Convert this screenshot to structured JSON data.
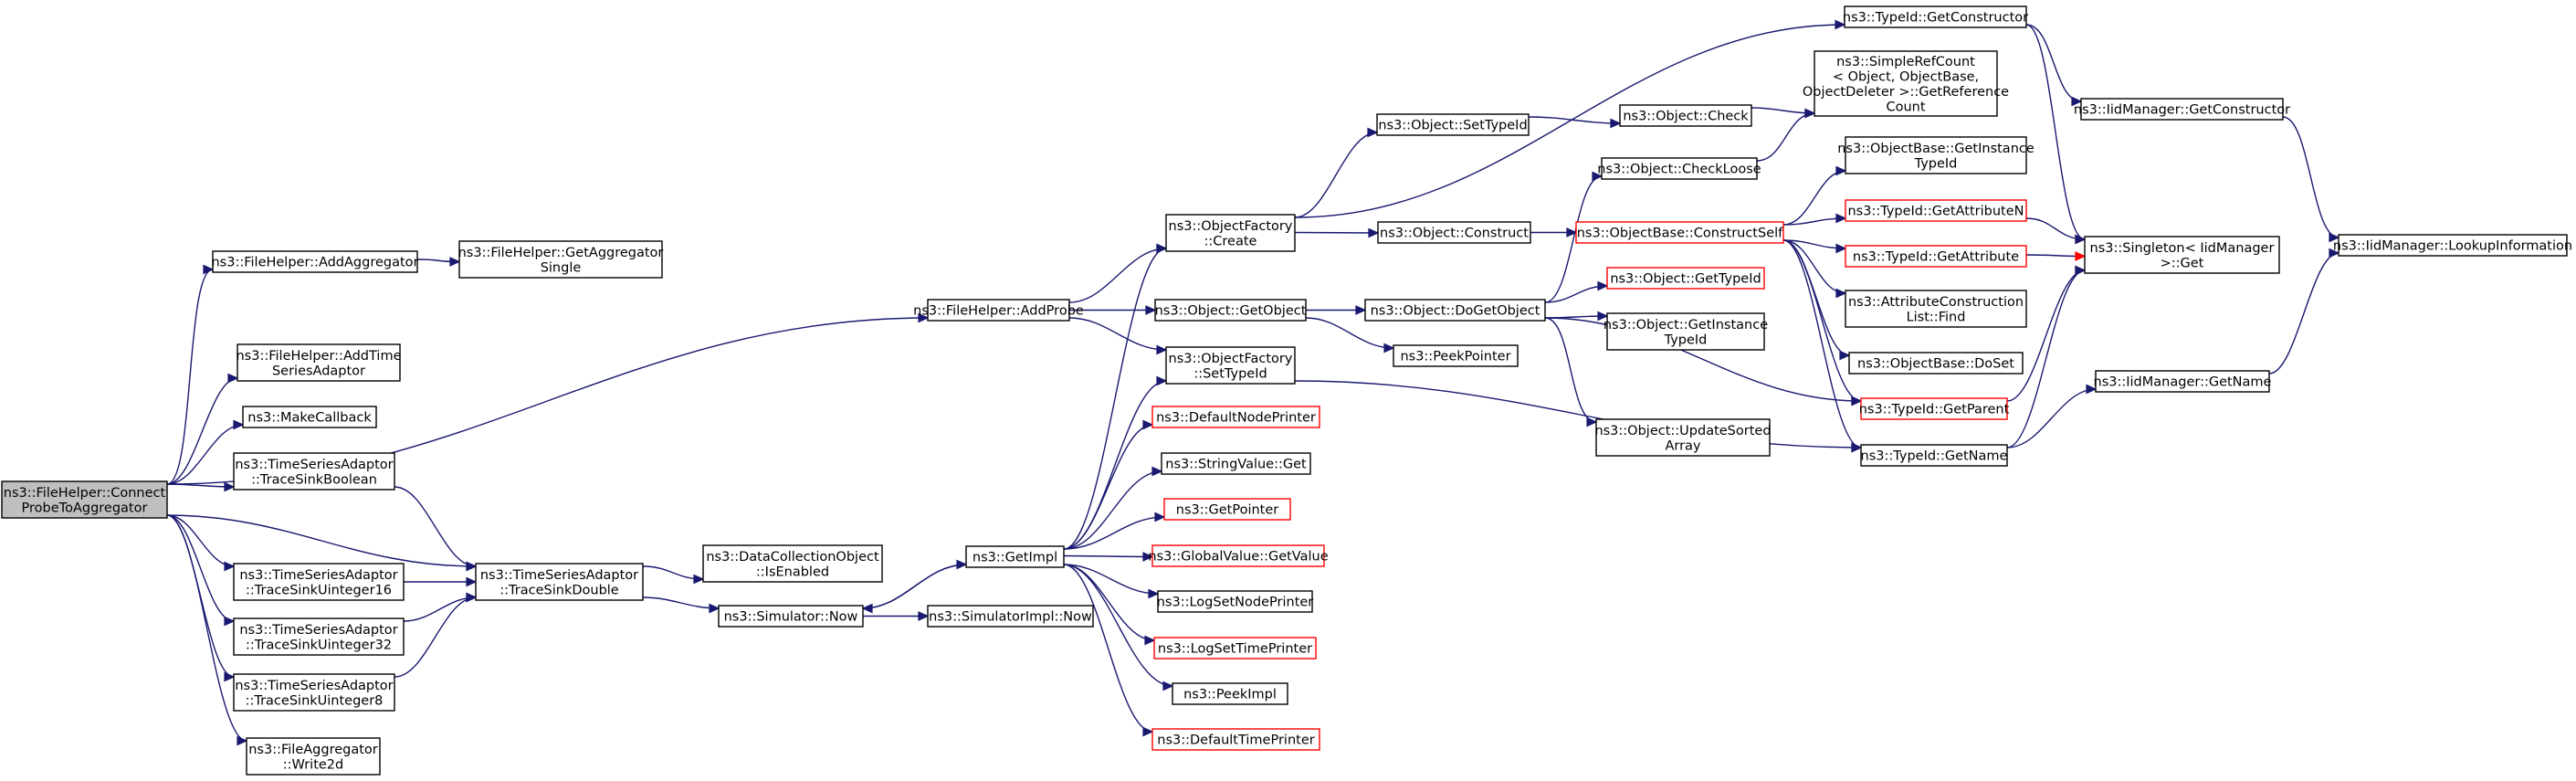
{
  "colors": {
    "edge": "#191970",
    "edge_red": "#ff0000",
    "node_border": "#000000",
    "node_border_truncated": "#ff0000",
    "root_fill": "#bfbfbf",
    "node_fill": "#ffffff"
  },
  "nodes": {
    "root": {
      "lines": [
        "ns3::FileHelper::Connect",
        "ProbeToAggregator"
      ],
      "root": true
    },
    "addAggregator": {
      "lines": [
        "ns3::FileHelper::AddAggregator"
      ]
    },
    "getAggSingle": {
      "lines": [
        "ns3::FileHelper::GetAggregator",
        "Single"
      ]
    },
    "addProbe": {
      "lines": [
        "ns3::FileHelper::AddProbe"
      ]
    },
    "addTimeSeries": {
      "lines": [
        "ns3::FileHelper::AddTime",
        "SeriesAdaptor"
      ]
    },
    "makeCallback": {
      "lines": [
        "ns3::MakeCallback"
      ]
    },
    "tsBoolean": {
      "lines": [
        "ns3::TimeSeriesAdaptor",
        "::TraceSinkBoolean"
      ]
    },
    "tsUint16": {
      "lines": [
        "ns3::TimeSeriesAdaptor",
        "::TraceSinkUinteger16"
      ]
    },
    "tsUint32": {
      "lines": [
        "ns3::TimeSeriesAdaptor",
        "::TraceSinkUinteger32"
      ]
    },
    "tsUint8": {
      "lines": [
        "ns3::TimeSeriesAdaptor",
        "::TraceSinkUinteger8"
      ]
    },
    "write2d": {
      "lines": [
        "ns3::FileAggregator",
        "::Write2d"
      ]
    },
    "tsDouble": {
      "lines": [
        "ns3::TimeSeriesAdaptor",
        "::TraceSinkDouble"
      ]
    },
    "dcoEnabled": {
      "lines": [
        "ns3::DataCollectionObject",
        "::IsEnabled"
      ]
    },
    "simNow": {
      "lines": [
        "ns3::Simulator::Now"
      ]
    },
    "getImpl": {
      "lines": [
        "ns3::GetImpl"
      ]
    },
    "simImplNow": {
      "lines": [
        "ns3::SimulatorImpl::Now"
      ]
    },
    "ofCreate": {
      "lines": [
        "ns3::ObjectFactory",
        "::Create"
      ]
    },
    "getObject": {
      "lines": [
        "ns3::Object::GetObject"
      ]
    },
    "ofSetTypeId": {
      "lines": [
        "ns3::ObjectFactory",
        "::SetTypeId"
      ]
    },
    "defaultNodePrinter": {
      "lines": [
        "ns3::DefaultNodePrinter"
      ],
      "truncated": true
    },
    "stringValueGet": {
      "lines": [
        "ns3::StringValue::Get"
      ]
    },
    "getPointer": {
      "lines": [
        "ns3::GetPointer"
      ],
      "truncated": true
    },
    "gvGetValue": {
      "lines": [
        "ns3::GlobalValue::GetValue"
      ],
      "truncated": true
    },
    "logSetNodePrinter": {
      "lines": [
        "ns3::LogSetNodePrinter"
      ]
    },
    "logSetTimePrinter": {
      "lines": [
        "ns3::LogSetTimePrinter"
      ],
      "truncated": true
    },
    "peekImpl": {
      "lines": [
        "ns3::PeekImpl"
      ]
    },
    "defaultTimePrinter": {
      "lines": [
        "ns3::DefaultTimePrinter"
      ],
      "truncated": true
    },
    "objSetTypeId": {
      "lines": [
        "ns3::Object::SetTypeId"
      ]
    },
    "objConstruct": {
      "lines": [
        "ns3::Object::Construct"
      ]
    },
    "doGetObject": {
      "lines": [
        "ns3::Object::DoGetObject"
      ]
    },
    "peekPointer": {
      "lines": [
        "ns3::PeekPointer"
      ]
    },
    "tidGetConstructor": {
      "lines": [
        "ns3::TypeId::GetConstructor"
      ]
    },
    "objCheck": {
      "lines": [
        "ns3::Object::Check"
      ]
    },
    "simpleRefCount": {
      "lines": [
        "ns3::SimpleRefCount",
        "< Object, ObjectBase,",
        "ObjectDeleter >::GetReference",
        "Count"
      ]
    },
    "checkLoose": {
      "lines": [
        "ns3::Object::CheckLoose"
      ]
    },
    "constructSelf": {
      "lines": [
        "ns3::ObjectBase::ConstructSelf"
      ],
      "truncated": true
    },
    "objGetTypeId": {
      "lines": [
        "ns3::Object::GetTypeId"
      ],
      "truncated": true
    },
    "objGetInstanceTypeId": {
      "lines": [
        "ns3::Object::GetInstance",
        "TypeId"
      ]
    },
    "updateSortedArray": {
      "lines": [
        "ns3::Object::UpdateSorted",
        "Array"
      ]
    },
    "obGetInstanceTypeId": {
      "lines": [
        "ns3::ObjectBase::GetInstance",
        "TypeId"
      ]
    },
    "getAttributeN": {
      "lines": [
        "ns3::TypeId::GetAttributeN"
      ],
      "truncated": true
    },
    "getAttribute": {
      "lines": [
        "ns3::TypeId::GetAttribute"
      ],
      "truncated": true
    },
    "attrConstructionFind": {
      "lines": [
        "ns3::AttributeConstruction",
        "List::Find"
      ]
    },
    "obDoSet": {
      "lines": [
        "ns3::ObjectBase::DoSet"
      ]
    },
    "getParent": {
      "lines": [
        "ns3::TypeId::GetParent"
      ],
      "truncated": true
    },
    "getName": {
      "lines": [
        "ns3::TypeId::GetName"
      ]
    },
    "iidGetConstructor": {
      "lines": [
        "ns3::IidManager::GetConstructor"
      ]
    },
    "singletonGet": {
      "lines": [
        "ns3::Singleton< IidManager",
        ">::Get"
      ]
    },
    "iidGetName": {
      "lines": [
        "ns3::IidManager::GetName"
      ]
    },
    "lookupInfo": {
      "lines": [
        "ns3::IidManager::LookupInformation"
      ]
    }
  },
  "edges": [
    [
      "root",
      "addAggregator"
    ],
    [
      "root",
      "addProbe"
    ],
    [
      "root",
      "addTimeSeries"
    ],
    [
      "root",
      "makeCallback"
    ],
    [
      "root",
      "tsBoolean"
    ],
    [
      "root",
      "tsDouble"
    ],
    [
      "root",
      "tsUint16"
    ],
    [
      "root",
      "tsUint32"
    ],
    [
      "root",
      "tsUint8"
    ],
    [
      "root",
      "write2d"
    ],
    [
      "addAggregator",
      "getAggSingle"
    ],
    [
      "addProbe",
      "ofCreate"
    ],
    [
      "addProbe",
      "getObject"
    ],
    [
      "addProbe",
      "ofSetTypeId"
    ],
    [
      "tsBoolean",
      "tsDouble"
    ],
    [
      "tsUint16",
      "tsDouble"
    ],
    [
      "tsUint32",
      "tsDouble"
    ],
    [
      "tsUint8",
      "tsDouble"
    ],
    [
      "tsDouble",
      "dcoEnabled"
    ],
    [
      "tsDouble",
      "simNow"
    ],
    [
      "simNow",
      "getImpl"
    ],
    [
      "simNow",
      "simImplNow"
    ],
    [
      "getImpl",
      "ofCreate"
    ],
    [
      "getImpl",
      "ofSetTypeId"
    ],
    [
      "getImpl",
      "defaultNodePrinter"
    ],
    [
      "getImpl",
      "stringValueGet"
    ],
    [
      "getImpl",
      "getPointer"
    ],
    [
      "getImpl",
      "gvGetValue"
    ],
    [
      "getImpl",
      "logSetNodePrinter"
    ],
    [
      "getImpl",
      "logSetTimePrinter"
    ],
    [
      "getImpl",
      "peekImpl"
    ],
    [
      "getImpl",
      "defaultTimePrinter"
    ],
    [
      "getImpl",
      "simNow"
    ],
    [
      "ofCreate",
      "tidGetConstructor"
    ],
    [
      "ofCreate",
      "objSetTypeId"
    ],
    [
      "ofCreate",
      "objConstruct"
    ],
    [
      "ofSetTypeId",
      "getName"
    ],
    [
      "getObject",
      "doGetObject"
    ],
    [
      "getObject",
      "peekPointer"
    ],
    [
      "objSetTypeId",
      "objCheck"
    ],
    [
      "objConstruct",
      "constructSelf"
    ],
    [
      "doGetObject",
      "checkLoose"
    ],
    [
      "doGetObject",
      "objGetTypeId"
    ],
    [
      "doGetObject",
      "objGetInstanceTypeId"
    ],
    [
      "doGetObject",
      "updateSortedArray"
    ],
    [
      "doGetObject",
      "getParent"
    ],
    [
      "objCheck",
      "simpleRefCount"
    ],
    [
      "checkLoose",
      "simpleRefCount"
    ],
    [
      "constructSelf",
      "obGetInstanceTypeId"
    ],
    [
      "constructSelf",
      "getAttributeN"
    ],
    [
      "constructSelf",
      "getAttribute"
    ],
    [
      "constructSelf",
      "attrConstructionFind"
    ],
    [
      "constructSelf",
      "obDoSet"
    ],
    [
      "constructSelf",
      "getParent"
    ],
    [
      "constructSelf",
      "getName"
    ],
    [
      "getAttributeN",
      "singletonGet",
      "red"
    ],
    [
      "getAttribute",
      "singletonGet",
      "red"
    ],
    [
      "getParent",
      "singletonGet",
      "red"
    ],
    [
      "getName",
      "singletonGet"
    ],
    [
      "getName",
      "iidGetName"
    ],
    [
      "tidGetConstructor",
      "iidGetConstructor"
    ],
    [
      "tidGetConstructor",
      "singletonGet"
    ],
    [
      "iidGetConstructor",
      "lookupInfo"
    ],
    [
      "iidGetName",
      "lookupInfo"
    ]
  ]
}
